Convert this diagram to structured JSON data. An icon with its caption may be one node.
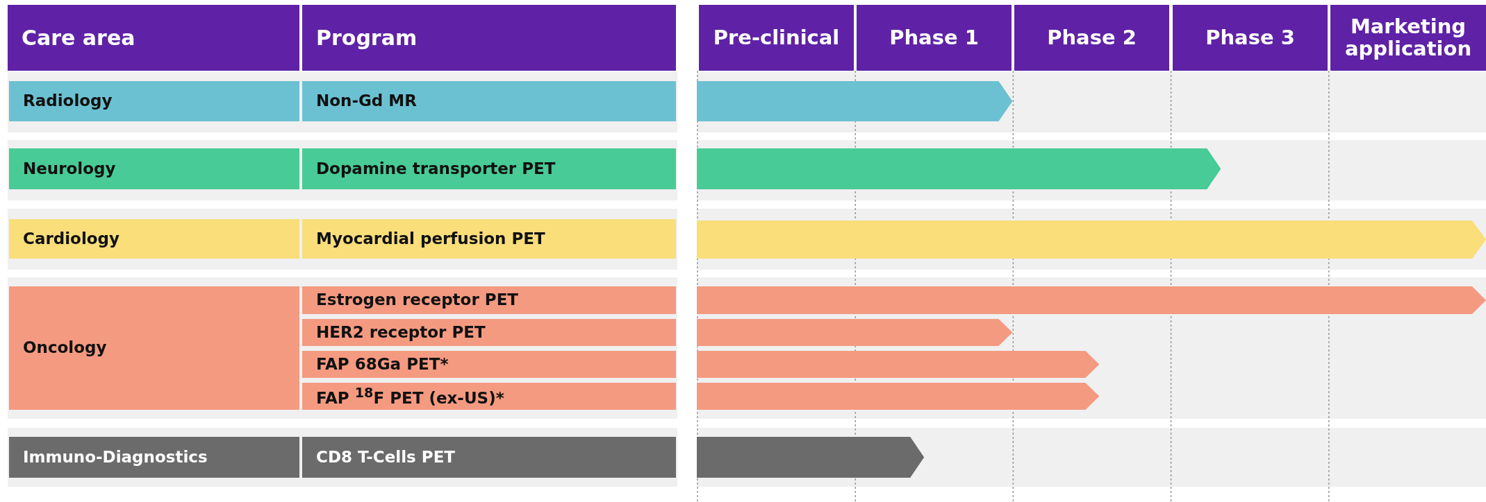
{
  "diagram": {
    "nodes": [
      {
        "text": [
          "Care area"
        ]
      },
      {
        "text": [
          "Program"
        ]
      },
      {
        "text": [
          "Radiology"
        ]
      },
      {
        "text": [
          "Non-Gd MR"
        ]
      },
      {
        "text": [
          "Neurology"
        ]
      },
      {
        "text": [
          "Dopamine transporter PET"
        ]
      },
      {
        "text": [
          "Cardiology"
        ]
      },
      {
        "text": [
          "Myocardial perfusion PET"
        ]
      },
      {
        "text": [
          "Oncology"
        ]
      },
      {
        "text": [
          "Estrogen receptor PET"
        ]
      },
      {
        "text": [
          "HER2 receptor PET"
        ]
      },
      {
        "text": [
          "FAP 68Ga PET*"
        ]
      },
      {
        "text": [
          "FAP $^{18}$F PET (ex-US)*"
        ]
      },
      {
        "text": [
          "Immuno-Diagnostics"
        ]
      },
      {
        "text": [
          "CD8 T-Cells PET"
        ]
      },
      {
        "text": [
          "Pre-clinical"
        ]
      },
      {
        "text": [
          "Phase 1"
        ]
      },
      {
        "text": [
          "Phase 2"
        ]
      },
      {
        "text": [
          "Phase 3"
        ]
      },
      {
        "text": [
          "Marketing application"
        ]
      },
      {
        "text": [],
        "shape": "bar"
      },
      {
        "text": [],
        "shape": "bar"
      },
      {
        "text": [],
        "shape": "bar"
      },
      {
        "text": [],
        "shape": "bar"
      },
      {
        "text": [],
        "shape": "bar"
      },
      {
        "text": [],
        "shape": "bar"
      },
      {
        "text": [],
        "shape": "bar"
      },
      {
        "text": [],
        "shape": "bar"
      }
    ]
  }
}
